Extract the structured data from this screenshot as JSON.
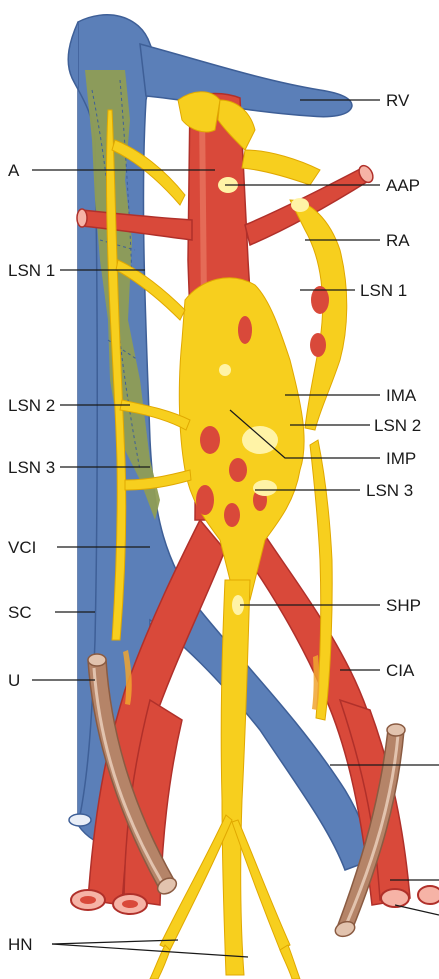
{
  "colors": {
    "vein": "#5b7fb8",
    "vein_dark": "#3e5f97",
    "artery": "#d9493a",
    "artery_light": "#ea7a64",
    "artery_dark": "#b0302a",
    "nerve": "#f7cf1e",
    "nerve_light": "#fff3a6",
    "nerve_dark": "#e0a800",
    "ureter": "#b58468",
    "ureter_light": "#e2c3ae",
    "ureter_dark": "#8a5b42",
    "overlap": "#8f9d55"
  },
  "labels": {
    "RV": "RV",
    "A": "A",
    "AAP": "AAP",
    "RA": "RA",
    "LSN1_left": "LSN 1",
    "LSN1_right": "LSN 1",
    "LSN2_left": "LSN 2",
    "IMA": "IMA",
    "LSN2_right": "LSN 2",
    "LSN3_left": "LSN 3",
    "IMP": "IMP",
    "LSN3_right": "LSN 3",
    "VCI": "VCI",
    "SC": "SC",
    "SHP": "SHP",
    "CIA": "CIA",
    "U": "U",
    "HN": "HN"
  }
}
